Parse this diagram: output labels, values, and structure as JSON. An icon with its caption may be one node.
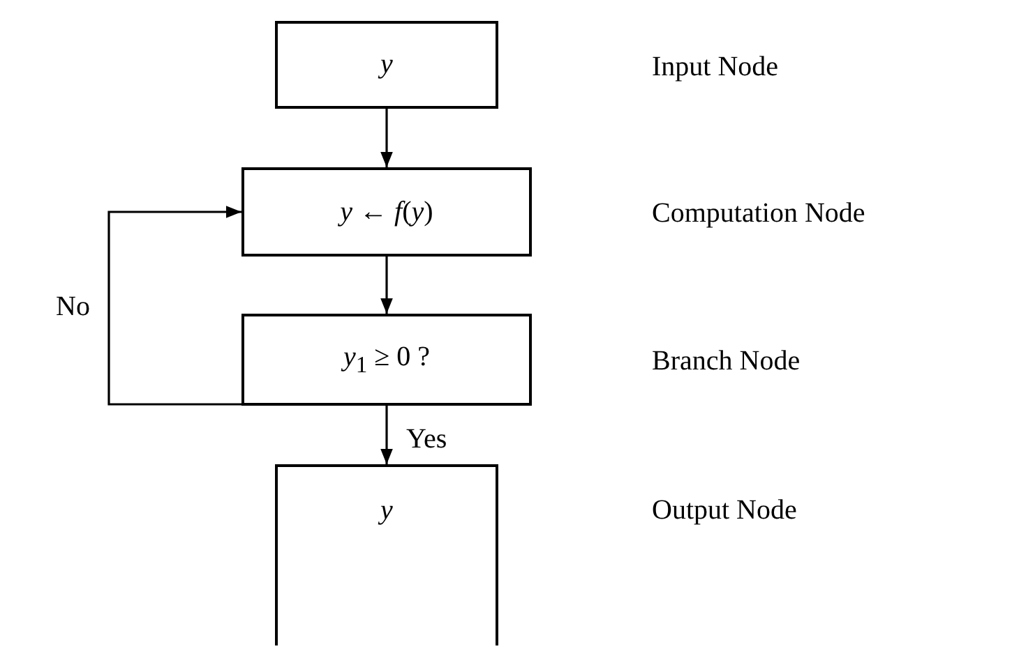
{
  "diagram": {
    "nodes": [
      {
        "text": [
          "*y*"
        ]
      },
      {
        "text": [
          "*y* ← *f*(*y*)"
        ]
      },
      {
        "text": [
          "*y*$_{1}$ ≥ 0 ?"
        ]
      },
      {
        "text": [
          "*y*"
        ]
      }
    ],
    "labels": [
      "Input Node",
      "Computation Node",
      "Branch Node",
      "Output Node"
    ],
    "edges": [
      {
        "from": 0,
        "to": 1,
        "arrow": "to"
      },
      {
        "from": 1,
        "to": 2,
        "arrow": "to"
      },
      {
        "from": 2,
        "to": 3,
        "arrow": "to",
        "label": "Yes"
      },
      {
        "from": 2,
        "to": 1,
        "arrow": "to",
        "label": "No"
      }
    ]
  }
}
